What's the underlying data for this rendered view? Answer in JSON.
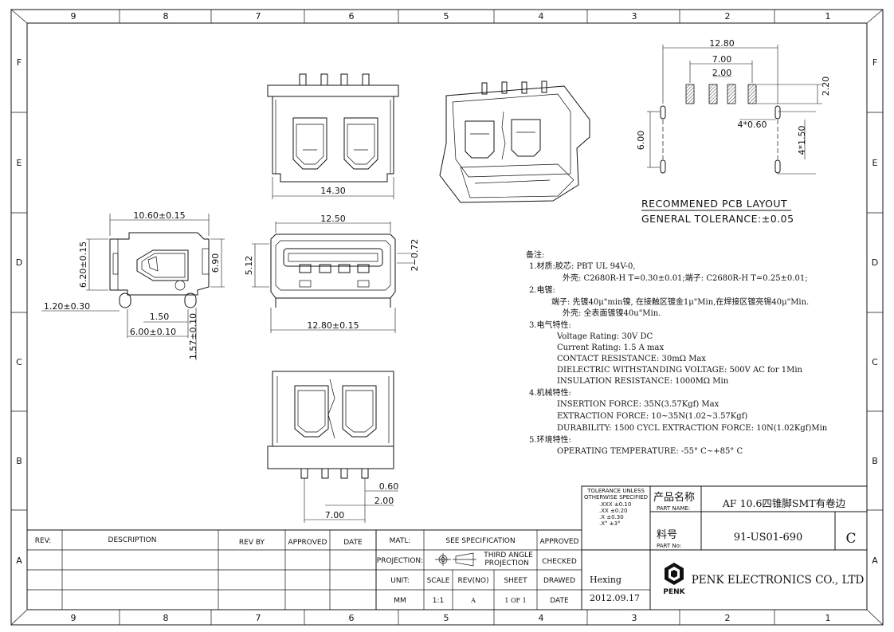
{
  "zones": {
    "cols": [
      "9",
      "8",
      "7",
      "6",
      "5",
      "4",
      "3",
      "2",
      "1"
    ],
    "rows": [
      "F",
      "E",
      "D",
      "C",
      "B",
      "A"
    ]
  },
  "dimensions": {
    "front_width": "14.30",
    "side_length": "10.60±0.15",
    "side_left_h": "6.20±0.15",
    "side_right_h": "6.90",
    "side_pin_off": "1.20±0.30",
    "side_pin_w": "1.50",
    "side_pin_pitch": "6.00±0.10",
    "side_pin_h": "1.57±0.10",
    "end_top": "12.50",
    "end_h": "5.12",
    "end_slot": "2−0.72",
    "end_bottom": "12.80±0.15",
    "bottom_pin_w": "0.60",
    "bottom_pin_pitch": "2.00",
    "bottom_pin_span": "7.00",
    "pcb_total": "12.80",
    "pcb_span": "7.00",
    "pcb_pitch": "2.00",
    "pcb_pad_h": "2.20",
    "pcb_hole": "4*0.60",
    "pcb_height": "6.00",
    "pcb_slot": "4*1.50"
  },
  "pcb_title": "RECOMMENED PCB LAYOUT",
  "pcb_tolerance": "GENERAL TOLERANCE:±0.05",
  "notes": {
    "heading": "备注:",
    "lines": [
      "1.材质:胶芯: PBT UL 94V-0,",
      "外壳: C2680R-H T=0.30±0.01;端子: C2680R-H T=0.25±0.01;",
      "2.电镀:",
      "端子: 先镀40μ\"min镍, 在接触区镀金1μ\"Min,在焊接区镀亮锡40μ\"Min.",
      "外壳: 全表面镀镍40u\"Min.",
      "3.电气特性:",
      "Voltage Rating: 30V  DC",
      "Current Rating: 1.5 A max",
      "CONTACT  RESISTANCE: 30mΩ  Max",
      "DIELECTRIC  WITHSTANDING VOLTAGE: 500V  AC  for 1Min",
      "INSULATION  RESISTANCE: 1000MΩ  Min",
      "4.机械特性:",
      "INSERTION  FORCE: 35N(3.57Kgf) Max",
      "EXTRACTION  FORCE: 10~35N(1.02~3.57Kgf)",
      "DURABILITY: 1500 CYCL EXTRACTION  FORCE: 10N(1.02Kgf)Min",
      "5.环境特性:",
      "OPERATING  TEMPERATURE: -55° C~+85° C"
    ]
  },
  "title_block": {
    "tol_title": "TOLERANCE UNLESS",
    "tol_title2": "OTHERWISE SPECIFIED",
    "tol_xxx": ".XXX  ±0.10",
    "tol_xx": ".XX   ±0.20",
    "tol_x": ".X    ±0.30",
    "tol_deg": ".X°   ±3°",
    "product_name_cn": "产品名称",
    "product_name_en": "PART NAME:",
    "product_name": "AF 10.6四锥脚SMT有卷边",
    "part_no_cn": "料号",
    "part_no_en": "PART No:",
    "part_no": "91-US01-690",
    "rev_letter": "C",
    "company": "PENK ELECTRONICS CO., LTD",
    "logo_text": "PENK",
    "rev_header": "REV:",
    "description_header": "DESCRIPTION",
    "revby_header": "REV BY",
    "approved_header": "APPROVED",
    "date_header": "DATE",
    "matl_label": "MATL:",
    "matl_value": "SEE SPECIFICATION",
    "approved_label": "APPROVED",
    "projection_label": "PROJECTION:",
    "projection_value1": "THIRD ANGLE",
    "projection_value2": "PROJECTION",
    "checked_label": "CHECKED",
    "unit_label": "UNIT:",
    "scale_label": "SCALE",
    "revno_label": "REV(NO)",
    "sheet_label": "SHEET",
    "drawed_label": "DRAWED",
    "drawer": "Hexing",
    "unit_value": "MM",
    "scale_value": "1:1",
    "revno_value": "A",
    "sheet_value": "1 OF 1",
    "date_label": "DATE",
    "date_value": "2012.09.17"
  }
}
